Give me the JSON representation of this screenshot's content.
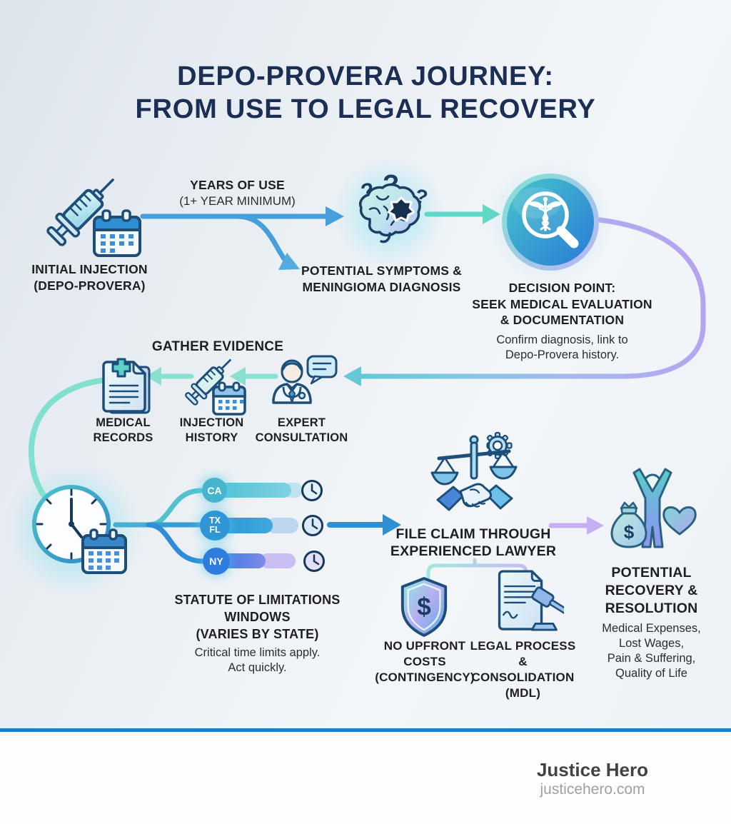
{
  "title": {
    "line1": "DEPO-PROVERA JOURNEY:",
    "line2": "FROM USE TO LEGAL RECOVERY"
  },
  "flow": {
    "initial_injection": {
      "line1": "INITIAL INJECTION",
      "line2": "(DEPO-PROVERA)",
      "icon": "syringe-calendar-icon"
    },
    "years_of_use": {
      "line1": "YEARS OF USE",
      "line2": "(1+ YEAR MINIMUM)"
    },
    "symptoms": {
      "line1": "POTENTIAL SYMPTOMS &",
      "line2": "MENINGIOMA DIAGNOSIS",
      "icon": "brain-question-icon"
    },
    "decision": {
      "line1": "DECISION POINT:",
      "line2": "SEEK MEDICAL EVALUATION",
      "line3": "& DOCUMENTATION",
      "note1": "Confirm diagnosis, link to",
      "note2": "Depo-Provera history.",
      "icon": "magnifier-caduceus-icon"
    },
    "gather": {
      "heading": "GATHER EVIDENCE",
      "medical_records": {
        "line1": "MEDICAL",
        "line2": "RECORDS",
        "icon": "medical-records-icon"
      },
      "injection_history": {
        "line1": "INJECTION",
        "line2": "HISTORY",
        "icon": "injection-history-icon"
      },
      "expert_consultation": {
        "line1": "EXPERT",
        "line2": "CONSULTATION",
        "icon": "doctor-consultation-icon"
      }
    },
    "statute": {
      "icon": "clock-calendar-icon",
      "states": [
        {
          "abbr": "CA"
        },
        {
          "abbr": "TX",
          "abbr2": "FL"
        },
        {
          "abbr": "NY"
        }
      ],
      "line1": "STATUTE OF LIMITATIONS",
      "line2": "WINDOWS",
      "line3": "(VARIES BY STATE)",
      "note1": "Critical time limits apply.",
      "note2": "Act quickly."
    },
    "file_claim": {
      "line1": "FILE CLAIM THROUGH",
      "line2": "EXPERIENCED LAWYER",
      "icon": "scales-handshake-icon"
    },
    "no_upfront": {
      "line1": "NO UPFRONT",
      "line2": "COSTS",
      "line3": "(CONTINGENCY)",
      "icon": "shield-dollar-icon"
    },
    "legal_process": {
      "line1": "LEGAL PROCESS &",
      "line2": "CONSOLIDATION",
      "line3": "(MDL)",
      "icon": "document-gavel-icon"
    },
    "recovery": {
      "line1": "POTENTIAL",
      "line2": "RECOVERY &",
      "line3": "RESOLUTION",
      "detail1": "Medical Expenses,",
      "detail2": "Lost Wages,",
      "detail3": "Pain & Suffering,",
      "detail4": "Quality of Life",
      "icon": "person-moneybag-heart-icon"
    }
  },
  "footer": {
    "brand": "Justice Hero",
    "website": "justicehero.com"
  },
  "colors": {
    "title_navy": "#1b2f55",
    "text_dark": "#1e1f22",
    "divider_blue": "#1581c8",
    "arrow_blue": "#459fda",
    "arrow_teal": "#5fd8c8",
    "loop_purple": "#b7a0f2",
    "state_ca": "#4ab4cc",
    "state_txfl": "#2e96d4",
    "state_ny": "#2f7ce0",
    "icon_outline_navy": "#1d4e79"
  }
}
